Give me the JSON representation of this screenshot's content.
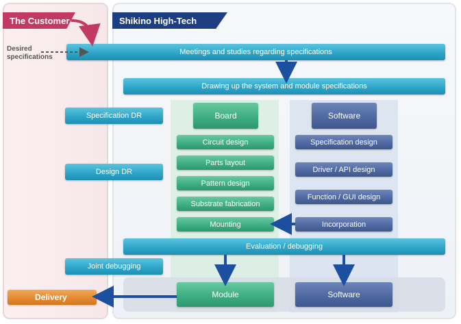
{
  "customer": {
    "header": "The Customer",
    "desired_label": "Desired specifications",
    "spec_dr": "Specification DR",
    "design_dr": "Design DR",
    "joint_debug": "Joint debugging",
    "delivery": "Delivery"
  },
  "company": {
    "header": "Shikino High-Tech",
    "meetings": "Meetings and studies regarding specifications",
    "drawing": "Drawing up the system and module specifications",
    "evaluation": "Evaluation / debugging"
  },
  "board": {
    "title": "Board",
    "steps": [
      "Circuit design",
      "Parts layout",
      "Pattern design",
      "Substrate fabrication",
      "Mounting"
    ],
    "result": "Module"
  },
  "software": {
    "title": "Software",
    "steps": [
      "Specification design",
      "Driver / API design",
      "Function / GUI design",
      "Incorporation"
    ],
    "result": "Software"
  },
  "colors": {
    "customer_header": "#c23a63",
    "company_header": "#1d3f82",
    "common_bar": "#2ea6c9",
    "board": "#3fae82",
    "software": "#4f69a2",
    "delivery": "#e58a2f",
    "arrow": "#1d4fa0"
  }
}
